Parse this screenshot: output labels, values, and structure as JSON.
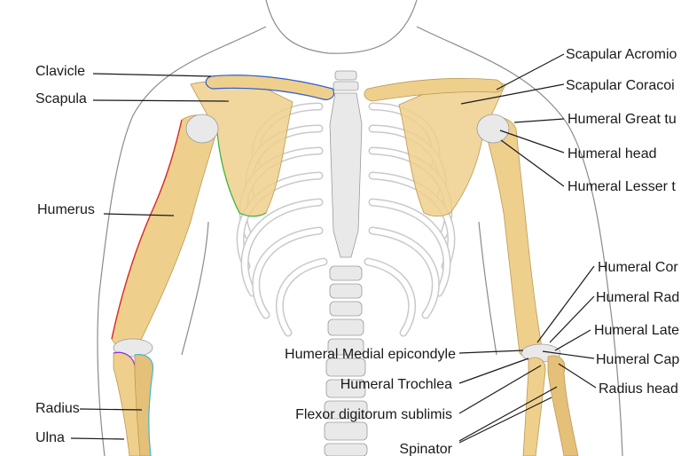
{
  "colors": {
    "bone": "#efcf8c",
    "cartilage": "#e9e9e9",
    "clavicle_outline": "#2f5fd0",
    "scapula_outline": "#3bb33b",
    "humerus_outline": "#d42a2a",
    "radius_outline": "#8a2be2",
    "ulna_outline": "#3cb9d6"
  },
  "labels": {
    "clavicle": "Clavicle",
    "scapula": "Scapula",
    "humerus": "Humerus",
    "radius": "Radius",
    "ulna": "Ulna",
    "scapular_acromion": "Scapular Acromio",
    "scapular_coracoid": "Scapular Coracoi",
    "humeral_great_tubercle": "Humeral Great tu",
    "humeral_head": "Humeral head",
    "humeral_lesser_tubercle": "Humeral Lesser t",
    "humeral_coronoid": "Humeral Cor",
    "humeral_radial": "Humeral Rad",
    "humeral_lateral": "Humeral Late",
    "humeral_capitulum": "Humeral Cap",
    "radius_head": "Radius head",
    "humeral_medial_epicondyle": "Humeral Medial epicondyle",
    "humeral_trochlea": "Humeral Trochlea",
    "flexor_digitorum": "Flexor digitorum sublimis",
    "spinator": "Spinator"
  }
}
